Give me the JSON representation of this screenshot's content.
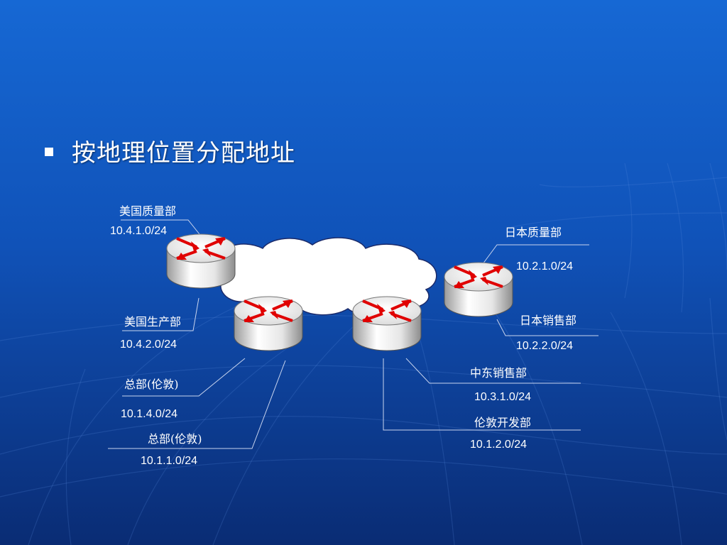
{
  "slide": {
    "bullet_text": "按地理位置分配地址",
    "colors": {
      "background_top": "#1565d0",
      "background_bottom": "#0a2e78",
      "text": "#ffffff",
      "router_arrow": "#e00000"
    }
  },
  "diagram": {
    "routers": [
      {
        "id": "r-us-quality",
        "icon": "router-icon"
      },
      {
        "id": "r-hq",
        "icon": "router-icon"
      },
      {
        "id": "r-mid",
        "icon": "router-icon"
      },
      {
        "id": "r-japan",
        "icon": "router-icon"
      }
    ],
    "cloud": {
      "icon": "network-cloud-icon"
    },
    "labels": {
      "us_quality_name": "美国质量部",
      "us_quality_ip": "10.4.1.0/24",
      "us_production_name": "美国生产部",
      "us_production_ip": "10.4.2.0/24",
      "hq_london_1_name": "总部(伦敦)",
      "hq_london_1_ip": "10.1.4.0/24",
      "hq_london_2_name": "总部(伦敦)",
      "hq_london_2_ip": "10.1.1.0/24",
      "japan_quality_name": "日本质量部",
      "japan_quality_ip": "10.2.1.0/24",
      "japan_sales_name": "日本销售部",
      "japan_sales_ip": "10.2.2.0/24",
      "mideast_sales_name": "中东销售部",
      "mideast_sales_ip": "10.3.1.0/24",
      "london_dev_name": "伦敦开发部",
      "london_dev_ip": "10.1.2.0/24"
    }
  }
}
